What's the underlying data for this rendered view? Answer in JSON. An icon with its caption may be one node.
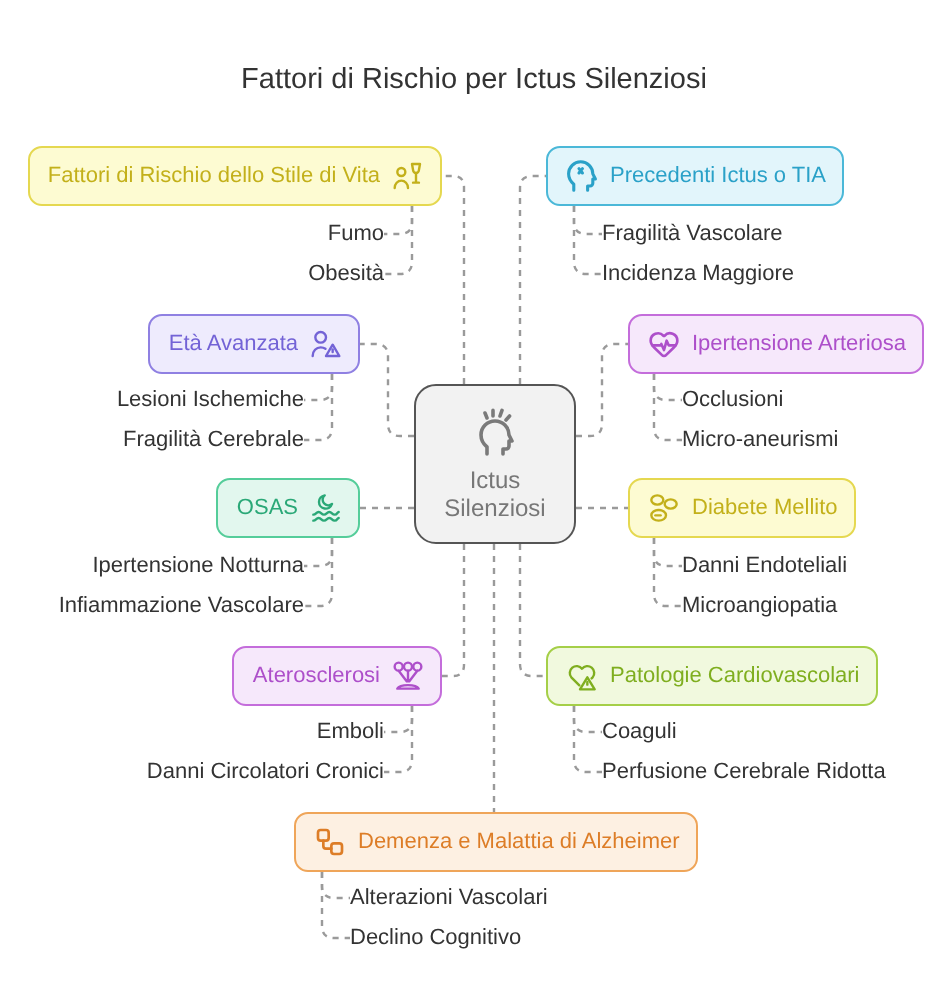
{
  "diagram": {
    "title": "Fattori di Rischio per Ictus Silenziosi",
    "nodes": [
      {
        "text": [
          "Ictus Silenziosi"
        ]
      },
      {
        "text": [
          "Fattori di Rischio dello Stile di Vita"
        ]
      },
      {
        "text": [
          "Fumo"
        ]
      },
      {
        "text": [
          "Obesità"
        ]
      },
      {
        "text": [
          "Precedenti Ictus o TIA"
        ]
      },
      {
        "text": [
          "Fragilità Vascolare"
        ]
      },
      {
        "text": [
          "Incidenza Maggiore"
        ]
      },
      {
        "text": [
          "Età Avanzata"
        ]
      },
      {
        "text": [
          "Lesioni Ischemiche"
        ]
      },
      {
        "text": [
          "Fragilità Cerebrale"
        ]
      },
      {
        "text": [
          "Ipertensione Arteriosa"
        ]
      },
      {
        "text": [
          "Occlusioni"
        ]
      },
      {
        "text": [
          "Micro-aneurismi"
        ]
      },
      {
        "text": [
          "OSAS"
        ]
      },
      {
        "text": [
          "Ipertensione Notturna"
        ]
      },
      {
        "text": [
          "Infiammazione Vascolare"
        ]
      },
      {
        "text": [
          "Diabete Mellito"
        ]
      },
      {
        "text": [
          "Danni Endoteliali"
        ]
      },
      {
        "text": [
          "Microangiopatia"
        ]
      },
      {
        "text": [
          "Aterosclerosi"
        ]
      },
      {
        "text": [
          "Emboli"
        ]
      },
      {
        "text": [
          "Danni Circolatori Cronici"
        ]
      },
      {
        "text": [
          "Patologie Cardiovascolari"
        ]
      },
      {
        "text": [
          "Coaguli"
        ]
      },
      {
        "text": [
          "Perfusione Cerebrale Ridotta"
        ]
      },
      {
        "text": [
          "Demenza e Malattia di Alzheimer"
        ]
      },
      {
        "text": [
          "Alterazioni Vascolari"
        ]
      },
      {
        "text": [
          "Declino Cognitivo"
        ]
      }
    ],
    "edges": [
      {
        "from": 0,
        "to": 1,
        "arrow": "none"
      },
      {
        "from": 1,
        "to": 2,
        "arrow": "none"
      },
      {
        "from": 1,
        "to": 3,
        "arrow": "none"
      },
      {
        "from": 0,
        "to": 4,
        "arrow": "none"
      },
      {
        "from": 4,
        "to": 5,
        "arrow": "none"
      },
      {
        "from": 4,
        "to": 6,
        "arrow": "none"
      },
      {
        "from": 0,
        "to": 7,
        "arrow": "none"
      },
      {
        "from": 7,
        "to": 8,
        "arrow": "none"
      },
      {
        "from": 7,
        "to": 9,
        "arrow": "none"
      },
      {
        "from": 0,
        "to": 10,
        "arrow": "none"
      },
      {
        "from": 10,
        "to": 11,
        "arrow": "none"
      },
      {
        "from": 10,
        "to": 12,
        "arrow": "none"
      },
      {
        "from": 0,
        "to": 13,
        "arrow": "none"
      },
      {
        "from": 13,
        "to": 14,
        "arrow": "none"
      },
      {
        "from": 13,
        "to": 15,
        "arrow": "none"
      },
      {
        "from": 0,
        "to": 16,
        "arrow": "none"
      },
      {
        "from": 16,
        "to": 17,
        "arrow": "none"
      },
      {
        "from": 16,
        "to": 18,
        "arrow": "none"
      },
      {
        "from": 0,
        "to": 19,
        "arrow": "none"
      },
      {
        "from": 19,
        "to": 20,
        "arrow": "none"
      },
      {
        "from": 19,
        "to": 21,
        "arrow": "none"
      },
      {
        "from": 0,
        "to": 22,
        "arrow": "none"
      },
      {
        "from": 22,
        "to": 23,
        "arrow": "none"
      },
      {
        "from": 22,
        "to": 24,
        "arrow": "none"
      },
      {
        "from": 0,
        "to": 25,
        "arrow": "none"
      },
      {
        "from": 25,
        "to": 26,
        "arrow": "none"
      },
      {
        "from": 25,
        "to": 27,
        "arrow": "none"
      }
    ]
  }
}
